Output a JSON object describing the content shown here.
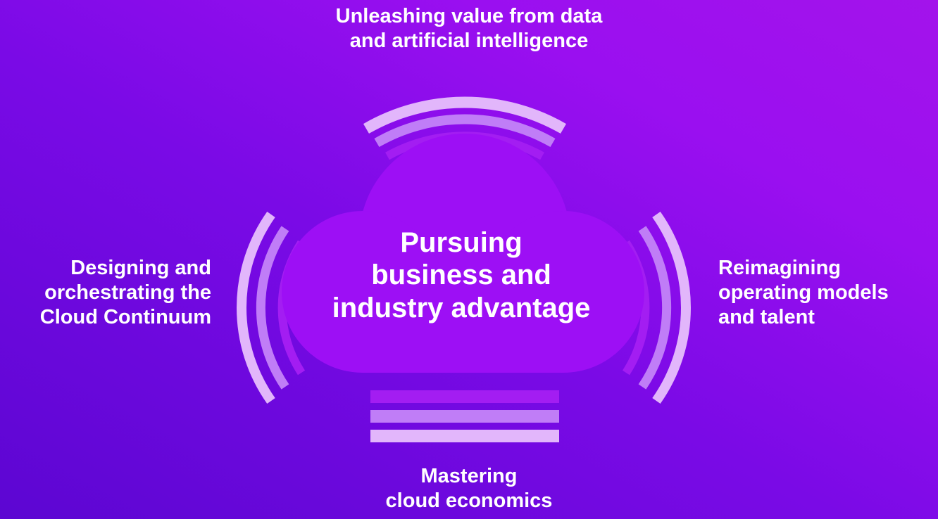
{
  "diagram": {
    "center": {
      "lines": [
        "Pursuing",
        "business and",
        "industry advantage"
      ]
    },
    "top": {
      "lines": [
        "Unleashing value from data",
        "and artificial intelligence"
      ]
    },
    "left": {
      "lines": [
        "Designing and",
        "orchestrating the",
        "Cloud Continuum"
      ]
    },
    "right": {
      "lines": [
        "Reimagining",
        "operating models",
        "and talent"
      ]
    },
    "bottom": {
      "lines": [
        "Mastering",
        "cloud economics"
      ]
    }
  },
  "colors": {
    "background_start": "#5c06d2",
    "background_end": "#a313eb",
    "cloud_fill": "#9d0ff5",
    "band_light": "#e2b6fb",
    "band_mid": "#c07df7",
    "band_inner": "#a31df2",
    "text": "#ffffff"
  }
}
